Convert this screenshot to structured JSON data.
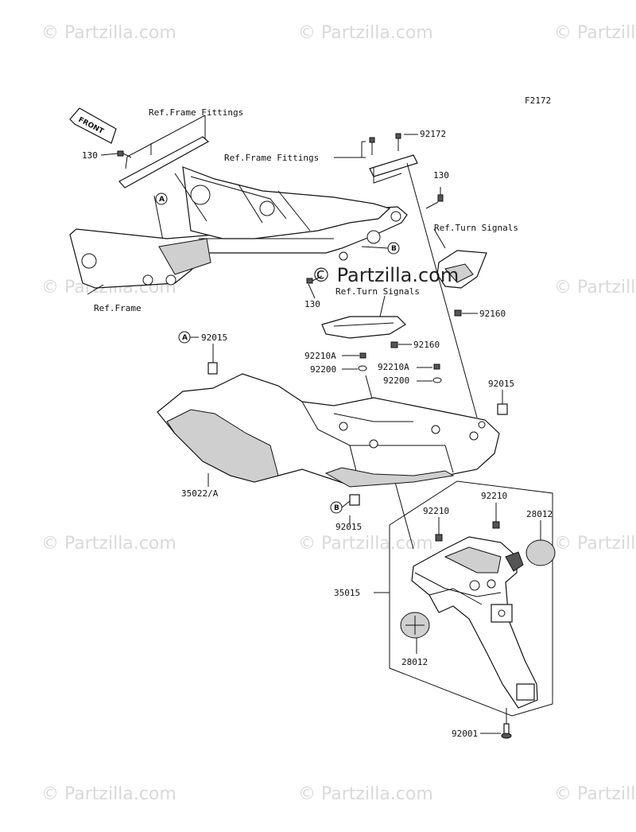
{
  "figure_code": "F2172",
  "watermark": "Partzilla.com",
  "center_watermark": "Partzilla.com",
  "front_label": "FRONT",
  "callouts": {
    "A": "A",
    "B": "B"
  },
  "labels": {
    "ref_frame_fittings_1": "Ref.Frame Fittings",
    "ref_frame_fittings_2": "Ref.Frame Fittings",
    "ref_frame": "Ref.Frame",
    "ref_turn_signals_1": "Ref.Turn Signals",
    "ref_turn_signals_2": "Ref.Turn Signals",
    "p130_a": "130",
    "p130_b": "130",
    "p130_c": "130",
    "p92172": "92172",
    "p92160_a": "92160",
    "p92160_b": "92160",
    "p92015_a": "92015",
    "p92015_b": "92015",
    "p92015_c": "92015",
    "p92210A_a": "92210A",
    "p92210A_b": "92210A",
    "p92200_a": "92200",
    "p92200_b": "92200",
    "p35022A": "35022/A",
    "p35015": "35015",
    "p92210_a": "92210",
    "p92210_b": "92210",
    "p28012_a": "28012",
    "p28012_b": "28012",
    "p92001": "92001"
  }
}
